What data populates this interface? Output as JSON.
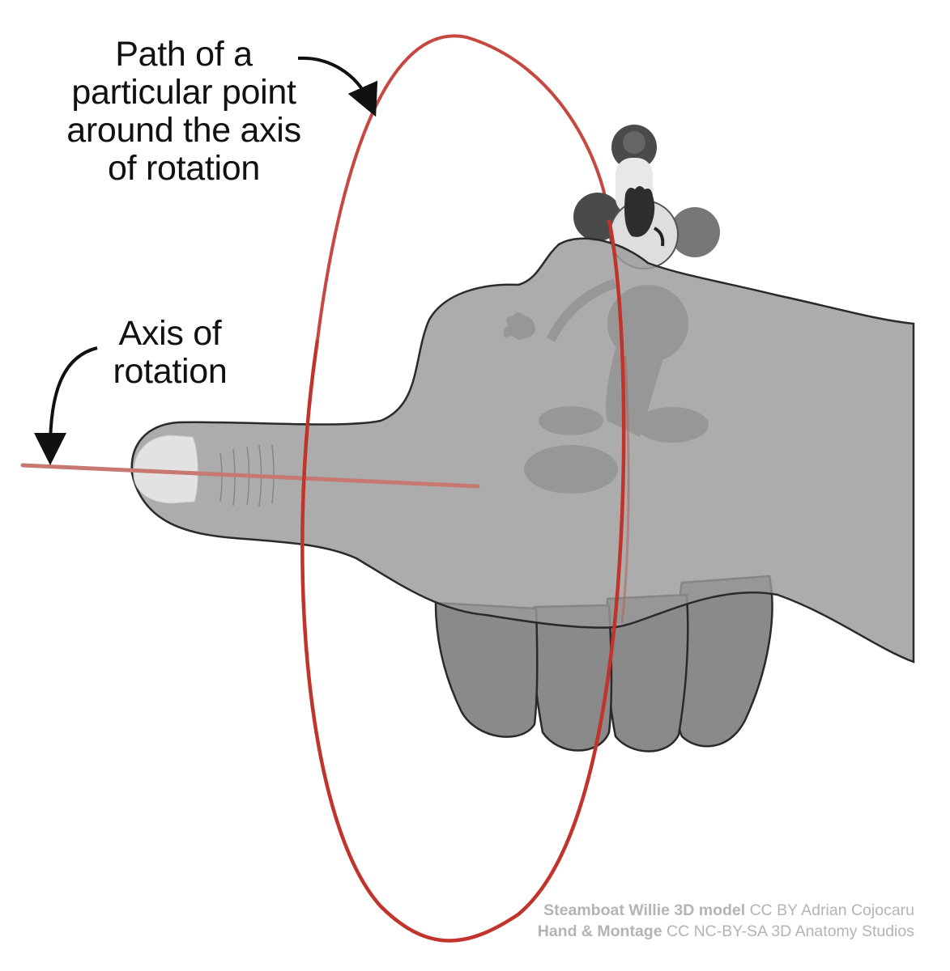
{
  "labels": {
    "path": [
      "Path of a",
      "particular point",
      "around the axis",
      "of rotation"
    ],
    "axis": [
      "Axis of",
      "rotation"
    ]
  },
  "credits": [
    {
      "bold": "Steamboat Willie 3D model",
      "rest": " CC BY Adrian Cojocaru"
    },
    {
      "bold": "Hand & Montage",
      "rest": " CC NC-BY-SA 3D Anatomy Studios"
    }
  ],
  "colors": {
    "rotation_path": "#c0342c",
    "axis_line": "#c77870",
    "hand_fill": "#9a9a9a",
    "fingers_fill": "#8a8a8a",
    "outline": "#2a2a2a",
    "label_text": "#111111",
    "credit_text": "#b4b4b4"
  },
  "icons": [
    "curved-arrow-icon",
    "steamboat-willie-figure"
  ]
}
